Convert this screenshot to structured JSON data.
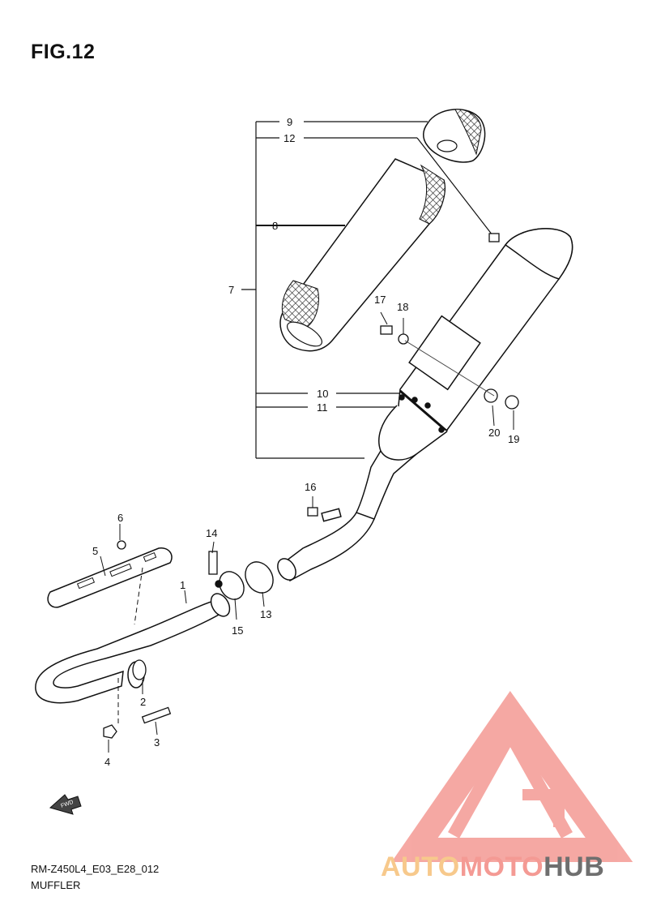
{
  "figure": {
    "title": "FIG.12"
  },
  "footer": {
    "model_code": "RM-Z450L4_E03_E28_012",
    "section_name": "MUFFLER"
  },
  "fwd_arrow": {
    "label": "FWD"
  },
  "callouts": {
    "c1": "1",
    "c2": "2",
    "c3": "3",
    "c4": "4",
    "c5": "5",
    "c6": "6",
    "c7": "7",
    "c8": "8",
    "c9": "9",
    "c10": "10",
    "c11": "11",
    "c12": "12",
    "c13": "13",
    "c14": "14",
    "c15": "15",
    "c16": "16",
    "c17": "17",
    "c18": "18",
    "c19": "19",
    "c20": "20"
  },
  "watermark": {
    "part1": "AUTO",
    "part2": "MOTO",
    "part3": "HUB",
    "colors": {
      "auto": "#f7c98c",
      "moto": "#f49a94",
      "hub": "#6f6f6f",
      "logo": "#f49a94"
    }
  }
}
